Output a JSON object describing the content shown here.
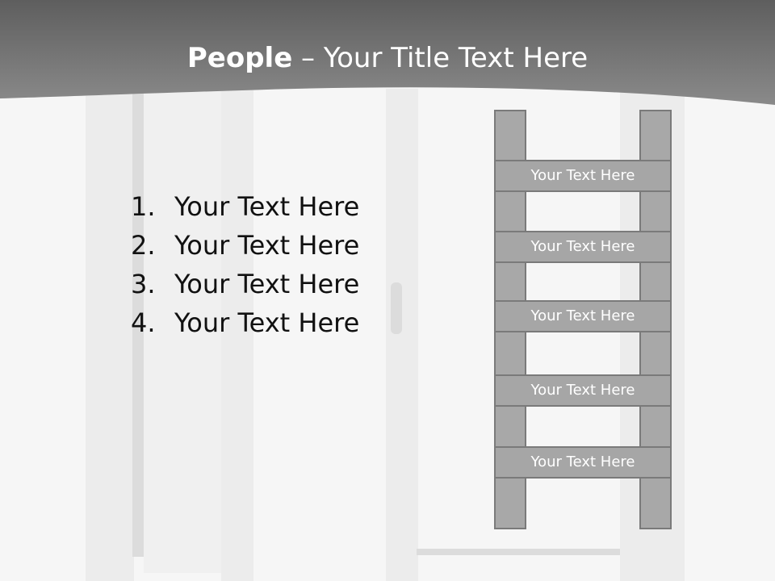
{
  "header": {
    "title_bold": "People",
    "title_rest": " – Your Title Text Here"
  },
  "list": {
    "items": [
      {
        "number": "1.",
        "text": "Your Text Here"
      },
      {
        "number": "2.",
        "text": "Your Text Here"
      },
      {
        "number": "3.",
        "text": "Your Text Here"
      },
      {
        "number": "4.",
        "text": "Your Text Here"
      }
    ]
  },
  "ladder": {
    "rungs": [
      "Your Text Here",
      "Your Text Here",
      "Your Text Here",
      "Your Text Here",
      "Your Text Here"
    ]
  },
  "colors": {
    "header_gray": "#6f6f6f",
    "ladder_fill": "#a6a6a6",
    "ladder_border": "#7a7a7a"
  }
}
